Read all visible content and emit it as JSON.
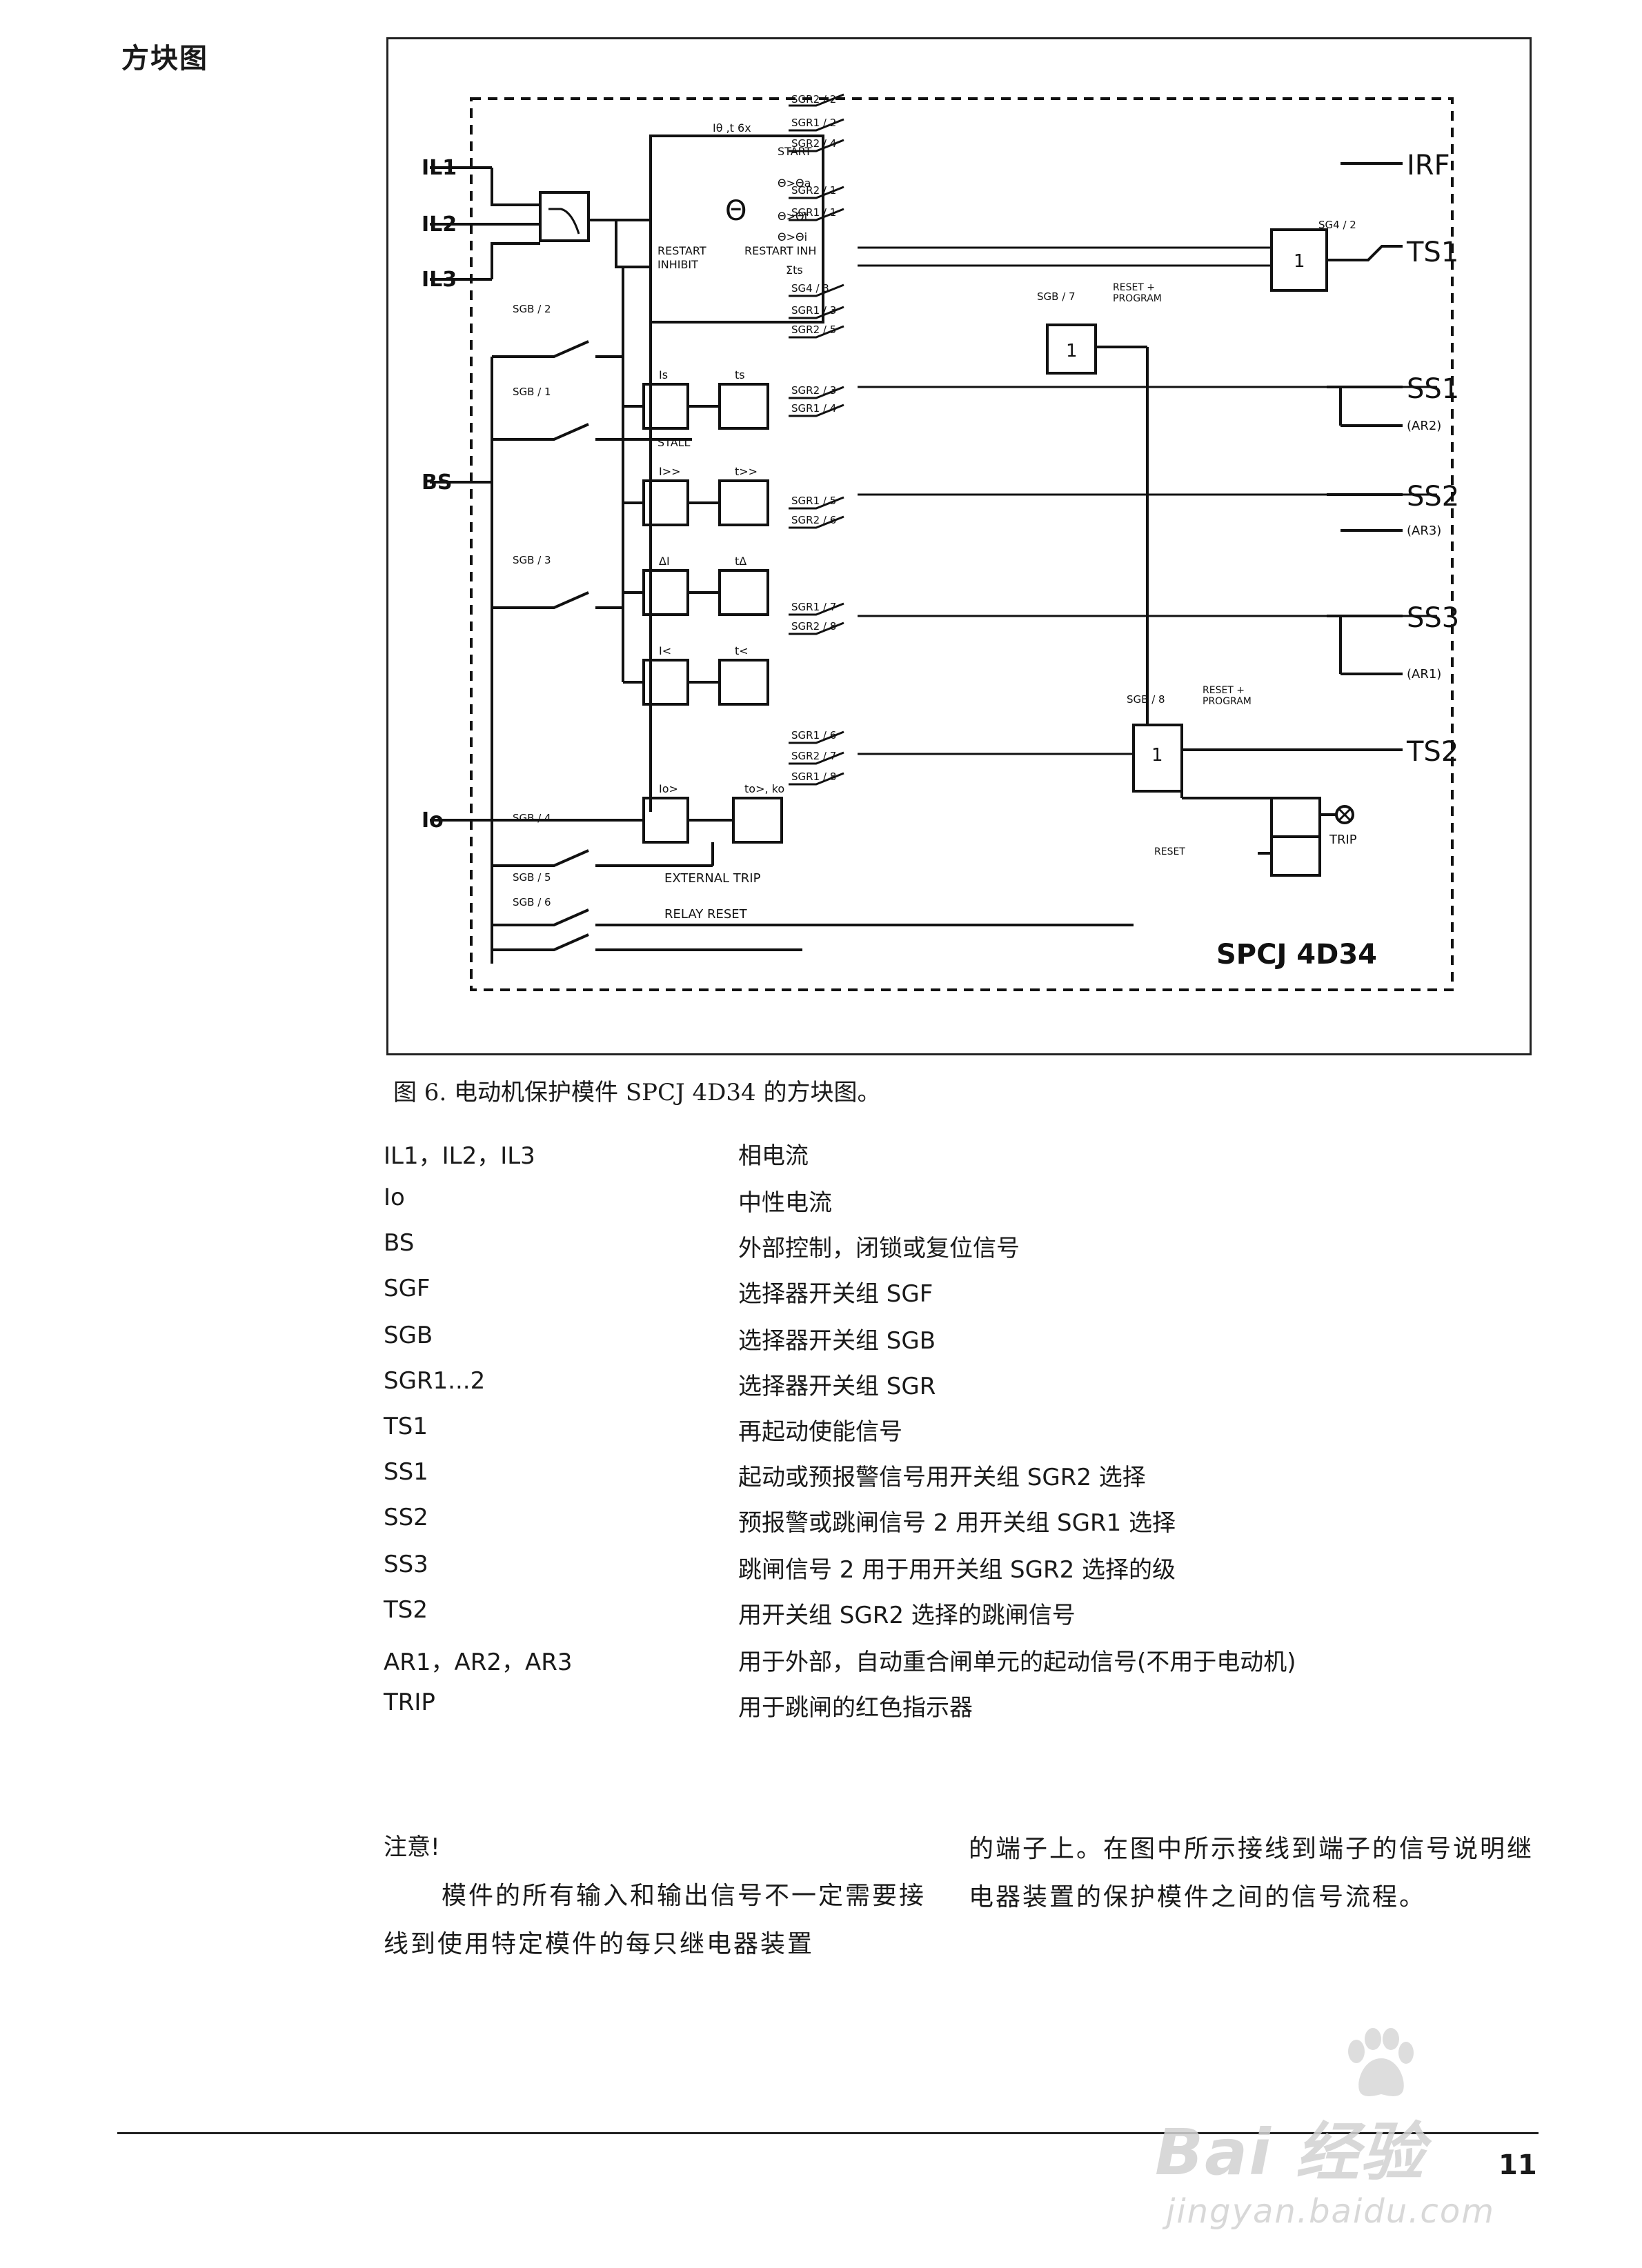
{
  "section_title": "方块图",
  "figure": {
    "caption": "图 6. 电动机保护模件 SPCJ 4D34 的方块图。",
    "module_name": "SPCJ 4D34",
    "inputs": {
      "il1": "IL1",
      "il2": "IL2",
      "il3": "IL3",
      "bs": "BS",
      "io": "Io"
    },
    "outputs": {
      "irf": "IRF",
      "ts1": "TS1",
      "ss1": "SS1",
      "ar2": "(AR2)",
      "ss2": "SS2",
      "ar3": "(AR3)",
      "ss3": "SS3",
      "ar1": "(AR1)",
      "ts2": "TS2",
      "trip": "TRIP"
    },
    "thermal_block": {
      "theta": "Θ",
      "setting": "Iθ ,t 6x",
      "start": "START",
      "alarm": "Θ>Θa",
      "trip": "Θ>Θt",
      "restart_inhibit_level": "Θ>Θi",
      "restart_inh": "RESTART INH",
      "sum_ts": "Σts",
      "restart": "RESTART",
      "inhibit": "INHIBIT"
    },
    "stage_labels": {
      "is_set": "Is",
      "ts_set": "ts",
      "stall": "STALL",
      "ihigh_set": "I>>",
      "thigh_set": "t>>",
      "di_set": "ΔI",
      "tdi_set": "tΔ",
      "ilow_set": "I<",
      "tlow_set": "t<",
      "io_set": "Io>",
      "tio_set": "to>, ko"
    },
    "switches": {
      "sgr2_2": "SGR2 / 2",
      "sgr1_2": "SGR1 / 2",
      "sgr2_4": "SGR2 / 4",
      "sgr2_1": "SGR2 / 1",
      "sgr1_1": "SGR1 / 1",
      "sg4_3": "SG4 / 3",
      "sgr1_3": "SGR1 / 3",
      "sgr2_5": "SGR2 / 5",
      "sgr2_3": "SGR2 / 3",
      "sgr1_4": "SGR1 / 4",
      "sgr1_5": "SGR1 / 5",
      "sgr2_6": "SGR2 / 6",
      "sgr1_7": "SGR1 / 7",
      "sgr2_8": "SGR2 / 8",
      "sgr1_6": "SGR1 / 6",
      "sgr2_7": "SGR2 / 7",
      "sgr1_8": "SGR1 / 8",
      "sgb_1": "SGB / 1",
      "sgb_2": "SGB / 2",
      "sgb_3": "SGB / 3",
      "sgb_4": "SGB / 4",
      "sgb_5": "SGB / 5",
      "sgb_6": "SGB / 6",
      "sgb_7": "SGB / 7",
      "sgb_8": "SGB / 8",
      "sg4_2": "SG4 / 2"
    },
    "logic": {
      "or_gate": "1",
      "reset_program_1": "RESET +",
      "reset_program_2": "PROGRAM",
      "reset": "RESET",
      "external_trip": "EXTERNAL TRIP",
      "relay_reset": "RELAY RESET"
    }
  },
  "legend": [
    {
      "symbol": "IL1，IL2，IL3",
      "description": "相电流"
    },
    {
      "symbol": "Io",
      "description": "中性电流"
    },
    {
      "symbol": "BS",
      "description": "外部控制，闭锁或复位信号"
    },
    {
      "symbol": "SGF",
      "description": "选择器开关组 SGF"
    },
    {
      "symbol": "SGB",
      "description": "选择器开关组 SGB"
    },
    {
      "symbol": "SGR1...2",
      "description": "选择器开关组 SGR"
    },
    {
      "symbol": "TS1",
      "description": "再起动使能信号"
    },
    {
      "symbol": "SS1",
      "description": "起动或预报警信号用开关组 SGR2 选择"
    },
    {
      "symbol": "SS2",
      "description": "预报警或跳闸信号 2 用开关组 SGR1 选择"
    },
    {
      "symbol": "SS3",
      "description": "跳闸信号 2 用于用开关组 SGR2 选择的级"
    },
    {
      "symbol": "TS2",
      "description": "用开关组 SGR2 选择的跳闸信号"
    },
    {
      "symbol": "AR1，AR2，AR3",
      "description": "用于外部，自动重合闸单元的起动信号(不用于电动机)"
    },
    {
      "symbol": "TRIP",
      "description": "用于跳闸的红色指示器"
    }
  ],
  "note": {
    "title": "注意!",
    "paragraph_left": "模件的所有输入和输出信号不一定需要接线到使用特定模件的每只继电器装置",
    "paragraph_right": "的端子上。在图中所示接线到端子的信号说明继电器装置的保护模件之间的信号流程。"
  },
  "page_number": "11",
  "watermark": {
    "brand": "Bai 经验",
    "url": "jingyan.baidu.com"
  }
}
